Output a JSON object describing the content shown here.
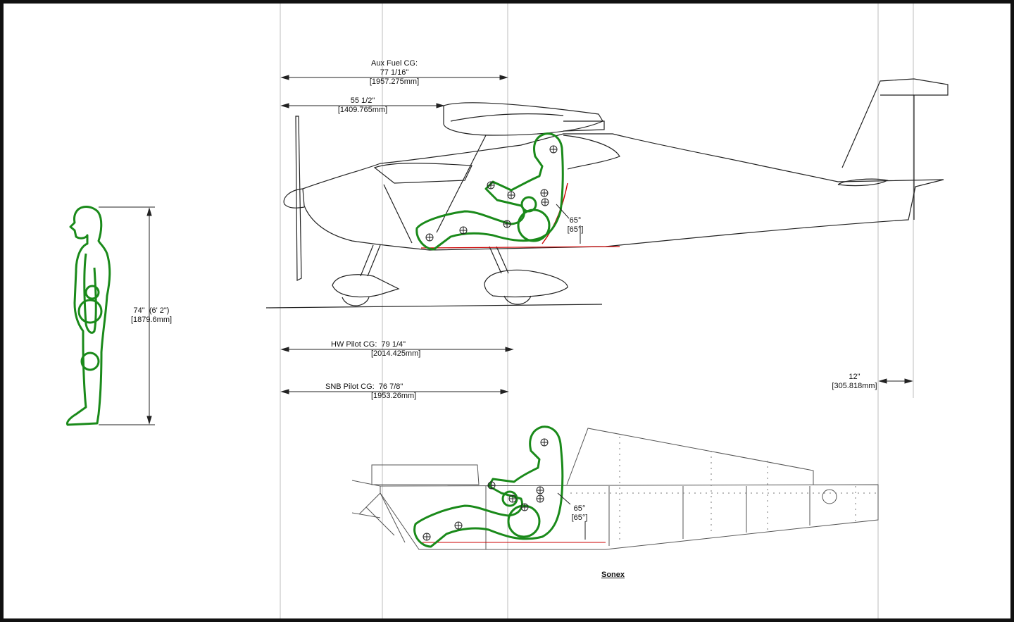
{
  "drawing": {
    "title": "Sonex",
    "colors": {
      "figure": "#1a8a1a",
      "line": "#222222",
      "guide": "#b0b0b0",
      "seat": "#cc0000"
    },
    "dimensions": {
      "aux_fuel": {
        "label": "Aux Fuel CG:",
        "imperial": "77 1/16\"",
        "metric": "[1957.275mm]"
      },
      "wing_le": {
        "imperial": "55 1/2\"",
        "metric": "[1409.765mm]"
      },
      "hw_pilot": {
        "label": "HW Pilot CG:",
        "imperial": "79 1/4\"",
        "metric": "[2014.425mm]"
      },
      "snb_pilot": {
        "label": "SNB Pilot CG:",
        "imperial": "76 7/8\"",
        "metric": "[1953.26mm]"
      },
      "height": {
        "imperial": "74\"",
        "feet": "(6' 2\")",
        "metric": "[1879.6mm]"
      },
      "tail_offset": {
        "imperial": "12\"",
        "metric": "[305.818mm]"
      },
      "angle_top": {
        "value": "65°",
        "alt": "[65°]"
      },
      "angle_bottom": {
        "value": "65°",
        "alt": "[65°]"
      }
    }
  }
}
